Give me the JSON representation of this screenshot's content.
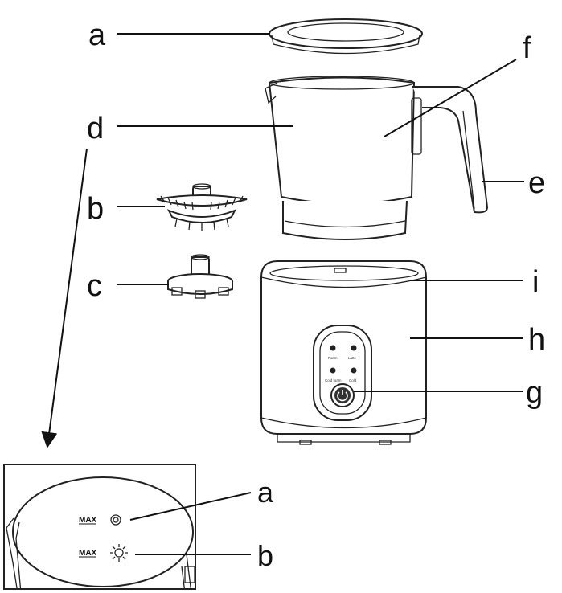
{
  "labels": {
    "a": "a",
    "b": "b",
    "c": "c",
    "d": "d",
    "e": "e",
    "f": "f",
    "g": "g",
    "h": "h",
    "i": "i"
  },
  "inset": {
    "max_label_top": "MAX",
    "max_label_bottom": "MAX",
    "callout_a": "a",
    "callout_b": "b"
  },
  "control_panel": {
    "mode_labels": [
      "Foam",
      "Latte",
      "Cold foam",
      "Cold"
    ]
  },
  "colors": {
    "line": "#111111",
    "fill": "#ffffff"
  },
  "icons": [
    "power-icon",
    "mode-indicator-icon",
    "max-ring-icon",
    "max-whisk-icon",
    "arrow-down-icon"
  ]
}
